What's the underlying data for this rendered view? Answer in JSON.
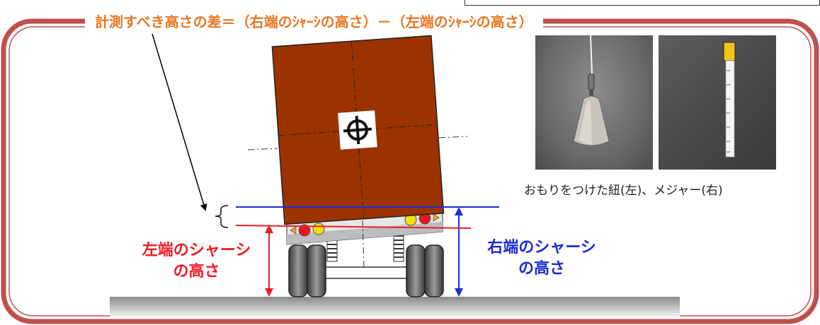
{
  "title": "計測すべき高さの差＝（右端のｼｬｰｼの高さ）－（左端のｼｬｰｼの高さ）",
  "left_label": {
    "line1": "左端のシャーシ",
    "line2": "の高さ"
  },
  "right_label": {
    "line1": "右端のシャーシ",
    "line2": "の高さ"
  },
  "photo_caption": "おもりをつけた紐(左)、メジャー(右)",
  "colors": {
    "frame": "#c0504d",
    "title": "#e87722",
    "container": "#9b3300",
    "left_measure": "#ee1c25",
    "right_measure": "#1d2bd8"
  },
  "icons": [
    "brace-icon",
    "crosshair-icon",
    "tail-light-icon",
    "wheel-icon"
  ]
}
